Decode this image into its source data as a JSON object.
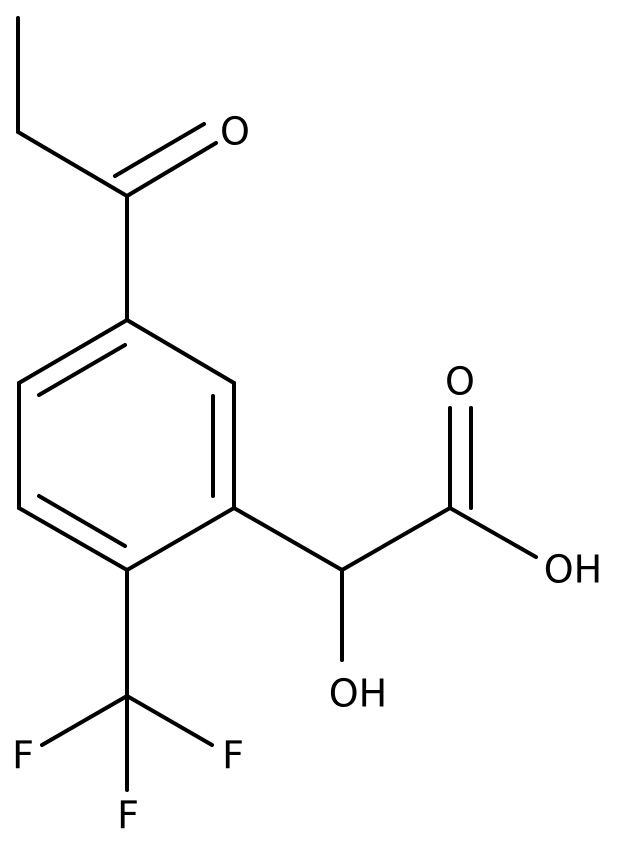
{
  "molecule": {
    "labels": {
      "ketone_oxygen": "O",
      "acid_carbonyl_oxygen": "O",
      "acid_hydroxyl": "OH",
      "alpha_hydroxyl": "OH",
      "fluorine_left": "F",
      "fluorine_right": "F",
      "fluorine_bottom": "F"
    }
  }
}
